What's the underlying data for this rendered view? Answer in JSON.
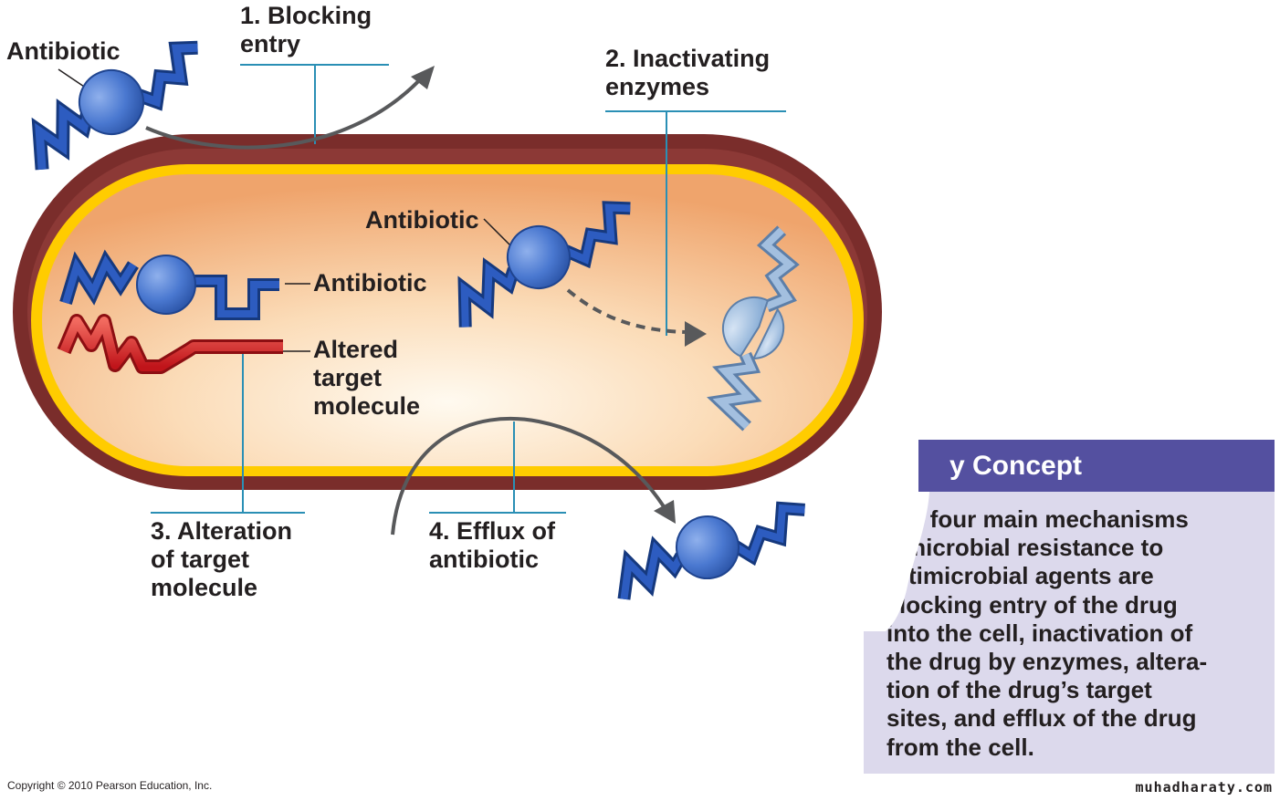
{
  "labels": {
    "antibiotic_top": "Antibiotic",
    "blocking_num": "1.",
    "blocking_line1": "Blocking",
    "blocking_line2": "entry",
    "inactivating_num": "2.",
    "inactivating_line1": "Inactivating",
    "inactivating_line2": "enzymes",
    "antibiotic_inner_right": "Antibiotic",
    "antibiotic_inner_left": "Antibiotic",
    "altered_line1": "Altered",
    "altered_line2": "target",
    "altered_line3": "molecule",
    "alteration_num": "3.",
    "alteration_line1": "Alteration",
    "alteration_line2": "of target",
    "alteration_line3": "molecule",
    "efflux_num": "4.",
    "efflux_line1": "Efflux of",
    "efflux_line2": "antibiotic"
  },
  "key_concept": {
    "title": "y Concept",
    "lines": [
      "e four main mechanisms",
      " microbial resistance to",
      " timicrobial agents are",
      "locking entry of the drug",
      "into the cell, inactivation of",
      "the drug by enzymes, altera-",
      "tion of the drug’s target",
      "sites, and efflux of the drug",
      "from the cell."
    ]
  },
  "footer": {
    "copyright": "Copyright © 2010 Pearson Education, Inc.",
    "watermark": "muhadharaty.com"
  },
  "colors": {
    "cell_wall": "#7a2d2b",
    "membrane": "#ffcc00",
    "cytoplasm": "#f1b27c",
    "antibiotic": "#1e4fa8",
    "antibiotic_sphere": "#4a78d0",
    "inactivated": "#86a9d3",
    "altered_target": "#d6201d",
    "leader_line": "#2a8fb5",
    "arrow": "#58595b",
    "concept_header": "#5450a0",
    "concept_bg": "#dcd9ec"
  }
}
